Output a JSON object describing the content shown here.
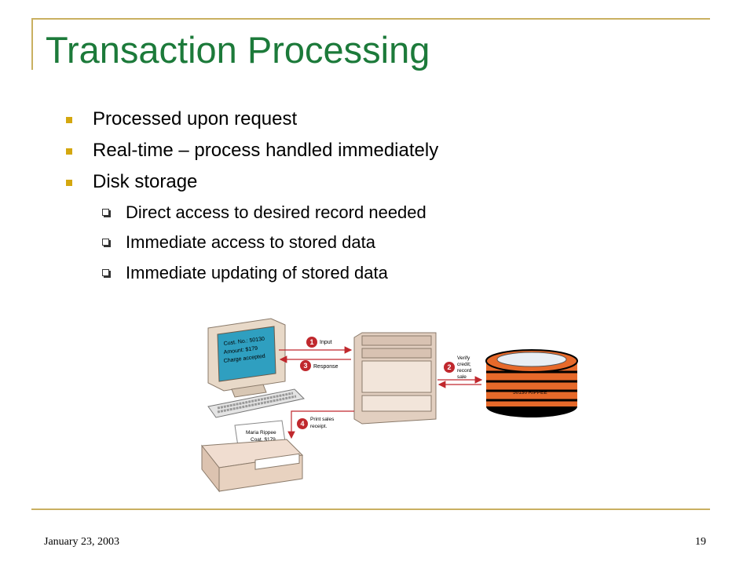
{
  "slide": {
    "title": "Transaction Processing",
    "bullets": [
      "Processed upon request",
      "Real-time – process handled immediately",
      "Disk storage"
    ],
    "sub_bullets": [
      "Direct access to desired record needed",
      "Immediate access to stored data",
      "Immediate updating of stored data"
    ]
  },
  "diagram": {
    "screen_lines": [
      "Cust. No.: 50130",
      "Amount: $179",
      "Charge accepted"
    ],
    "receipt_lines": [
      "Maria Rippee",
      "Coat. $179"
    ],
    "disk_label": "50130 RIPPEE",
    "steps": [
      {
        "number": "1",
        "label": "Input"
      },
      {
        "number": "2",
        "label_lines": [
          "Verify",
          "credit;",
          "record",
          "sale"
        ]
      },
      {
        "number": "3",
        "label": "Response"
      },
      {
        "number": "4",
        "label_lines": [
          "Print sales",
          "receipt."
        ]
      }
    ],
    "colors": {
      "step_circle": "#c0282d",
      "arrow": "#c0282d",
      "screen": "#2f9fc0",
      "disk": "#e6692a"
    }
  },
  "footer": {
    "date": "January 23, 2003",
    "page": "19"
  },
  "theme": {
    "title_color": "#1c7a3a",
    "accent": "#d4a70f",
    "frame": "#c9b061"
  }
}
